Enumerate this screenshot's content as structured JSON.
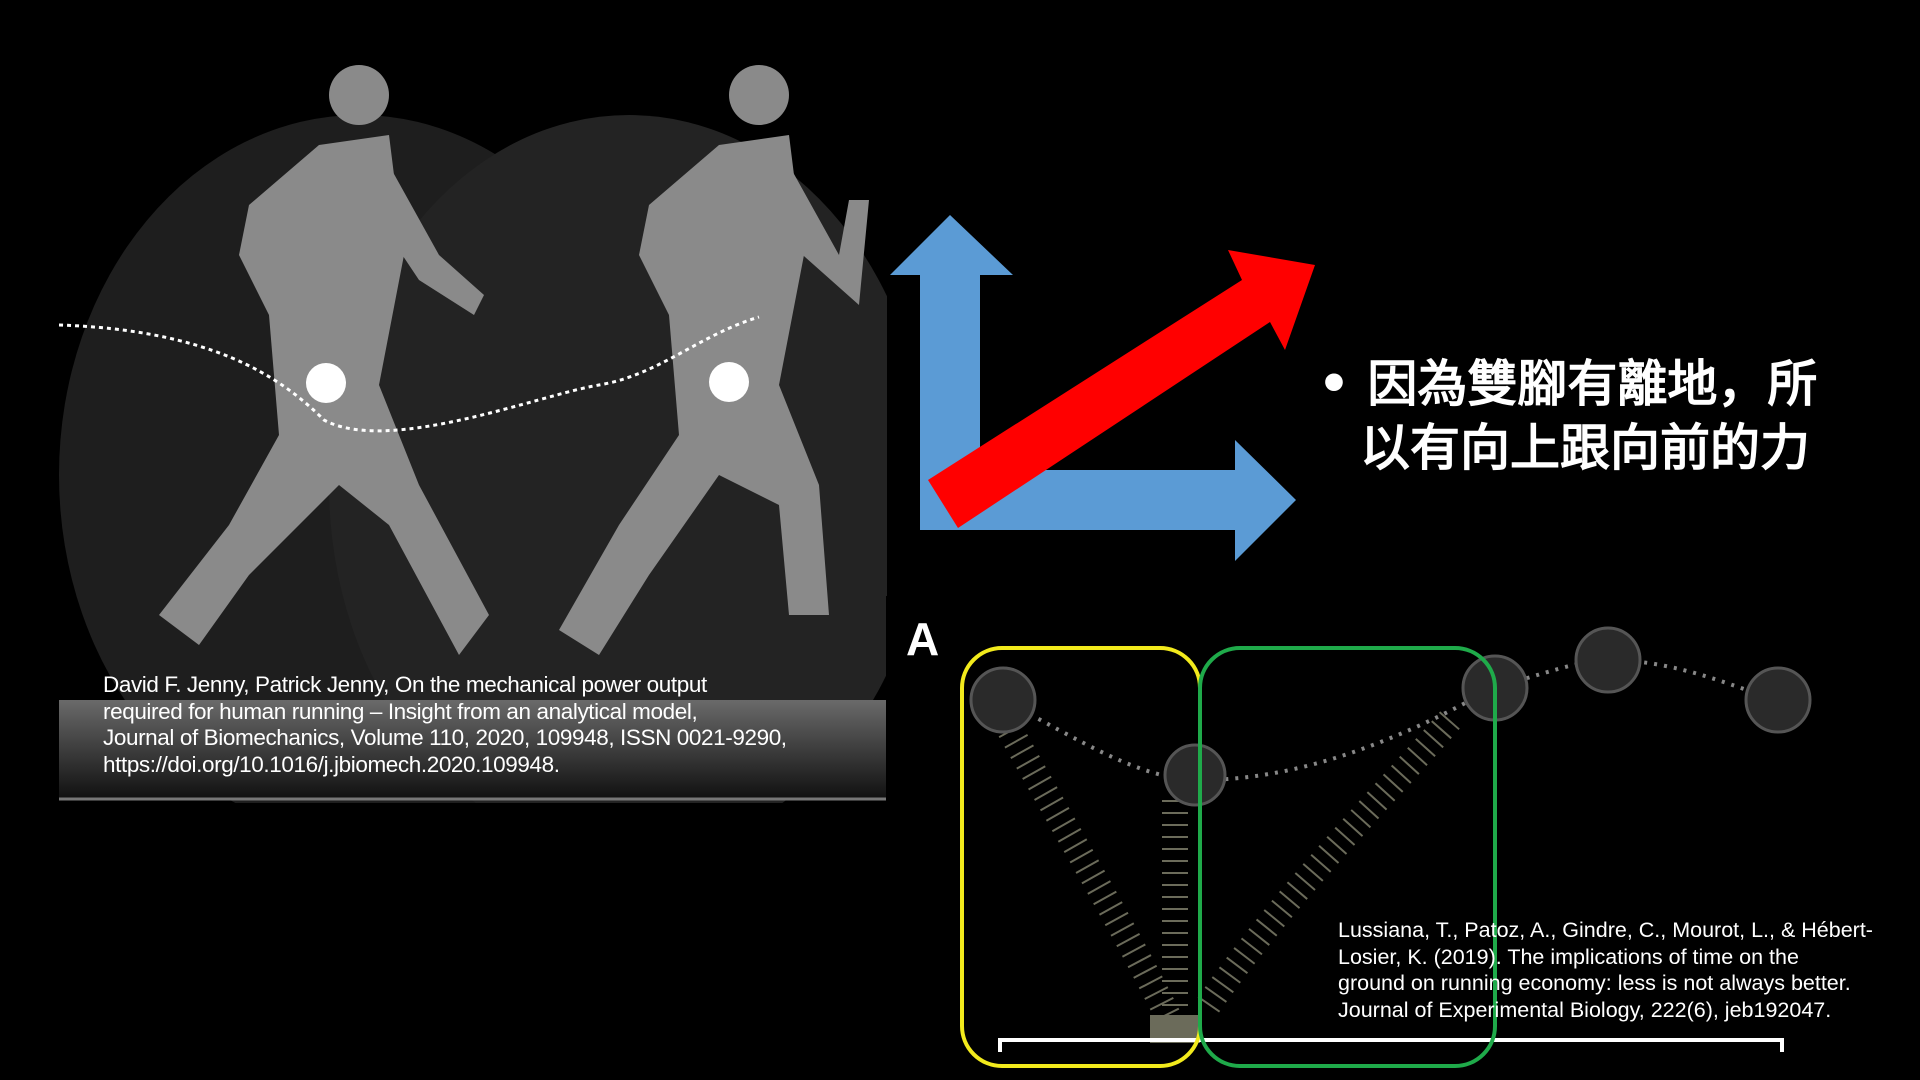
{
  "left_figure": {
    "citation_lines": [
      "David F. Jenny, Patrick Jenny, On the mechanical power output",
      "required for human running – Insight from an analytical model,",
      "Journal of Biomechanics, Volume 110, 2020, 109948, ISSN 0021-9290,",
      "https://doi.org/10.1016/j.jbiomech.2020.109948."
    ]
  },
  "arrows": {
    "vertical_color": "#5b9bd5",
    "horizontal_color": "#5b9bd5",
    "diagonal_color": "#ff0000"
  },
  "bullet": {
    "marker": "•",
    "line1": "因為雙腳有離地，所",
    "line2": "以有向上跟向前的力"
  },
  "right_figure": {
    "label": "A",
    "highlight_colors": {
      "stance": "#f2ea1c",
      "flight": "#1faa4a"
    },
    "citation_lines": [
      "Lussiana, T., Patoz, A., Gindre, C., Mourot, L., & Hébert-",
      "Losier, K. (2019). The implications of time on the",
      "ground on running economy: less is not always better.",
      "Journal of Experimental Biology, 222(6), jeb192047."
    ]
  }
}
